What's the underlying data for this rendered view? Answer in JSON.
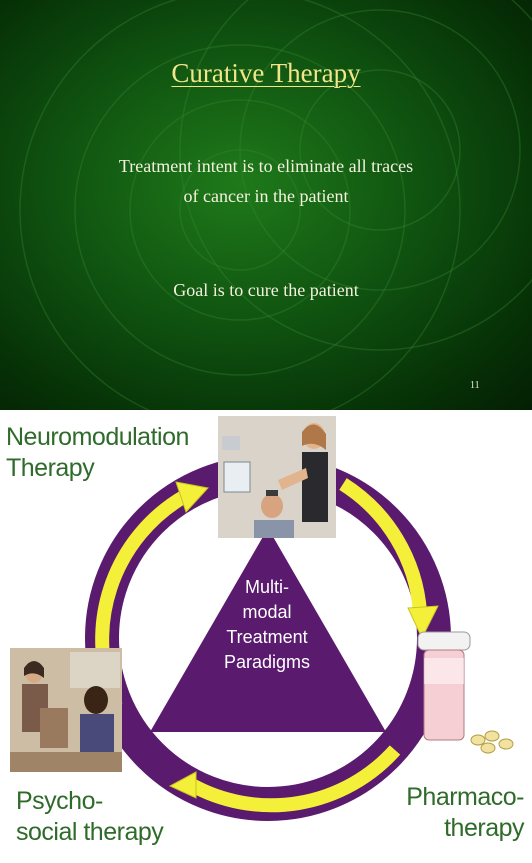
{
  "slide1": {
    "title": "Curative Therapy",
    "line1": "Treatment intent is to eliminate all traces",
    "line2": "of cancer in the patient",
    "line3": "Goal is to cure the patient",
    "page_number": "11"
  },
  "slide2": {
    "label_neuro_1": "Neuromodulation",
    "label_neuro_2": "Therapy",
    "label_psycho_1": "Psycho-",
    "label_psycho_2": "social therapy",
    "label_pharma_1": "Pharmaco-",
    "label_pharma_2": "therapy",
    "center_1": "Multi-",
    "center_2": "modal",
    "center_3": "Treatment",
    "center_4": "Paradigms"
  },
  "colors": {
    "purple": "#5a1a6e",
    "arrow_yellow": "#f4f03a",
    "label_green": "#2f6b2a",
    "title_yellow": "#f3e68a"
  }
}
